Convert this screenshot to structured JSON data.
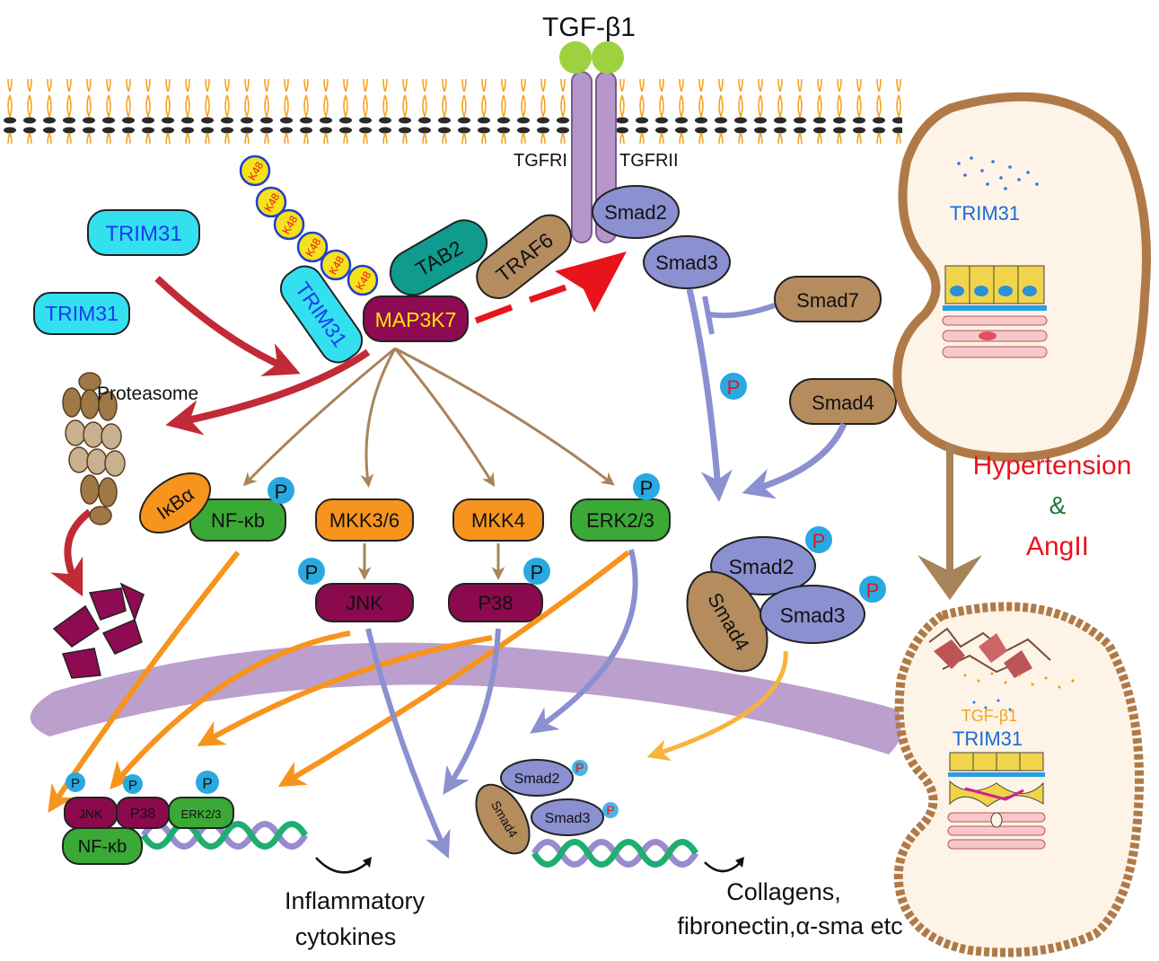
{
  "labels": {
    "tgf_b1": "TGF-β1",
    "tgfri": "TGFRI",
    "tgfrii": "TGFRII",
    "trim31": "TRIM31",
    "k48": "K48",
    "tab2": "TAB2",
    "traf6": "TRAF6",
    "map3k7": "MAP3K7",
    "smad2": "Smad2",
    "smad3": "Smad3",
    "smad4": "Smad4",
    "smad7": "Smad7",
    "proteasome": "Proteasome",
    "ikba": "IκBα",
    "nfkb": "NF-κb",
    "mkk36": "MKK3/6",
    "mkk4": "MKK4",
    "erk23": "ERK2/3",
    "jnk": "JNK",
    "p38": "P38",
    "phos": "P",
    "hypertension": "Hypertension",
    "amp": "&",
    "angii": "AngII",
    "inflammatory": "Inflammatory",
    "cytokines": "cytokines",
    "collagens": "Collagens,",
    "fibronectin": "fibronectin,α-sma etc"
  },
  "colors": {
    "trim31": "#33e0f0",
    "trim31_text": "#1a3cf0",
    "map3k7": "#8e0a52",
    "map3k7_text": "#ffe600",
    "tab2": "#0f9b8e",
    "brown": "#b48c5e",
    "smad_blue": "#8a90d0",
    "orange": "#f7941d",
    "green": "#3aa935",
    "maroon": "#8b0a4e",
    "phos": "#29a9e1",
    "red_arrow": "#c12a36",
    "tan_arrow": "#a8845a",
    "nucleus": "#b495c8",
    "hypertension": "#e8141c",
    "amp": "#1a7a30",
    "dna_green": "#1fae70",
    "dna_purple": "#9a8ad0"
  }
}
